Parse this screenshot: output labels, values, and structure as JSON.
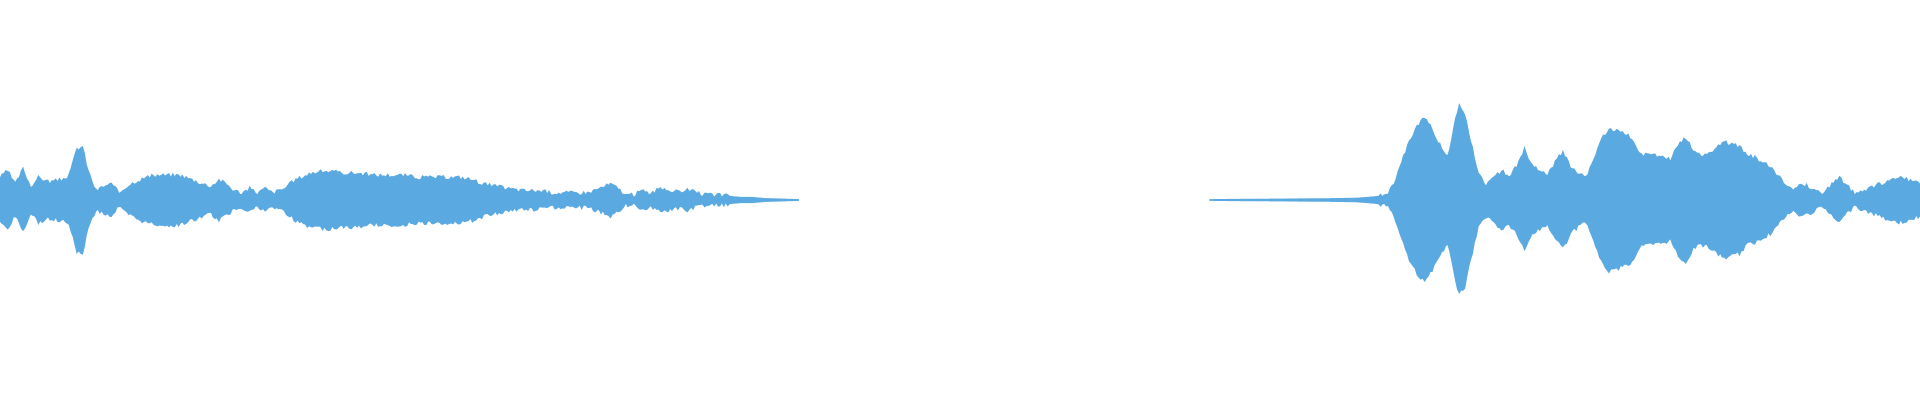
{
  "waveform": {
    "color": "#5aa9e0",
    "background": "#ffffff",
    "segments": [
      {
        "name": "segment-1",
        "points": [
          [
            0.0,
            0.2
          ],
          [
            0.004,
            0.26
          ],
          [
            0.008,
            0.14
          ],
          [
            0.012,
            0.28
          ],
          [
            0.016,
            0.12
          ],
          [
            0.02,
            0.2
          ],
          [
            0.026,
            0.16
          ],
          [
            0.032,
            0.18
          ],
          [
            0.036,
            0.22
          ],
          [
            0.04,
            0.46
          ],
          [
            0.043,
            0.48
          ],
          [
            0.046,
            0.26
          ],
          [
            0.05,
            0.08
          ],
          [
            0.054,
            0.12
          ],
          [
            0.058,
            0.14
          ],
          [
            0.062,
            0.06
          ],
          [
            0.066,
            0.12
          ],
          [
            0.07,
            0.16
          ],
          [
            0.076,
            0.2
          ],
          [
            0.082,
            0.22
          ],
          [
            0.088,
            0.22
          ],
          [
            0.094,
            0.22
          ],
          [
            0.1,
            0.18
          ],
          [
            0.106,
            0.14
          ],
          [
            0.11,
            0.12
          ],
          [
            0.114,
            0.18
          ],
          [
            0.118,
            0.14
          ],
          [
            0.122,
            0.08
          ],
          [
            0.126,
            0.06
          ],
          [
            0.13,
            0.1
          ],
          [
            0.134,
            0.06
          ],
          [
            0.138,
            0.1
          ],
          [
            0.142,
            0.06
          ],
          [
            0.148,
            0.1
          ],
          [
            0.154,
            0.18
          ],
          [
            0.162,
            0.24
          ],
          [
            0.17,
            0.26
          ],
          [
            0.178,
            0.24
          ],
          [
            0.186,
            0.24
          ],
          [
            0.194,
            0.22
          ],
          [
            0.202,
            0.22
          ],
          [
            0.21,
            0.22
          ],
          [
            0.218,
            0.2
          ],
          [
            0.226,
            0.2
          ],
          [
            0.234,
            0.2
          ],
          [
            0.24,
            0.2
          ],
          [
            0.246,
            0.18
          ],
          [
            0.252,
            0.14
          ],
          [
            0.258,
            0.12
          ],
          [
            0.264,
            0.1
          ],
          [
            0.272,
            0.08
          ],
          [
            0.28,
            0.08
          ],
          [
            0.288,
            0.06
          ],
          [
            0.294,
            0.06
          ],
          [
            0.3,
            0.06
          ],
          [
            0.306,
            0.06
          ],
          [
            0.312,
            0.1
          ],
          [
            0.318,
            0.14
          ],
          [
            0.322,
            0.1
          ],
          [
            0.326,
            0.04
          ],
          [
            0.33,
            0.04
          ],
          [
            0.334,
            0.08
          ],
          [
            0.338,
            0.06
          ],
          [
            0.342,
            0.08
          ],
          [
            0.346,
            0.1
          ],
          [
            0.35,
            0.08
          ],
          [
            0.354,
            0.06
          ],
          [
            0.358,
            0.1
          ],
          [
            0.362,
            0.06
          ],
          [
            0.368,
            0.04
          ],
          [
            0.374,
            0.04
          ],
          [
            0.38,
            0.03
          ],
          [
            0.386,
            0.02
          ],
          [
            0.392,
            0.02
          ],
          [
            0.398,
            0.01
          ],
          [
            0.416,
            0.0
          ]
        ]
      },
      {
        "name": "segment-2",
        "points": [
          [
            0.63,
            0.0
          ],
          [
            0.65,
            0.003
          ],
          [
            0.67,
            0.005
          ],
          [
            0.69,
            0.008
          ],
          [
            0.706,
            0.012
          ],
          [
            0.712,
            0.02
          ],
          [
            0.718,
            0.03
          ],
          [
            0.722,
            0.04
          ],
          [
            0.726,
            0.14
          ],
          [
            0.73,
            0.34
          ],
          [
            0.734,
            0.54
          ],
          [
            0.738,
            0.66
          ],
          [
            0.742,
            0.74
          ],
          [
            0.746,
            0.64
          ],
          [
            0.75,
            0.5
          ],
          [
            0.754,
            0.4
          ],
          [
            0.758,
            0.72
          ],
          [
            0.76,
            0.86
          ],
          [
            0.763,
            0.78
          ],
          [
            0.766,
            0.54
          ],
          [
            0.77,
            0.24
          ],
          [
            0.774,
            0.14
          ],
          [
            0.778,
            0.2
          ],
          [
            0.782,
            0.26
          ],
          [
            0.786,
            0.22
          ],
          [
            0.79,
            0.3
          ],
          [
            0.794,
            0.46
          ],
          [
            0.798,
            0.3
          ],
          [
            0.802,
            0.26
          ],
          [
            0.806,
            0.22
          ],
          [
            0.81,
            0.34
          ],
          [
            0.814,
            0.44
          ],
          [
            0.818,
            0.3
          ],
          [
            0.822,
            0.24
          ],
          [
            0.826,
            0.2
          ],
          [
            0.83,
            0.36
          ],
          [
            0.834,
            0.56
          ],
          [
            0.838,
            0.64
          ],
          [
            0.842,
            0.62
          ],
          [
            0.846,
            0.6
          ],
          [
            0.85,
            0.56
          ],
          [
            0.854,
            0.42
          ],
          [
            0.858,
            0.4
          ],
          [
            0.862,
            0.4
          ],
          [
            0.866,
            0.38
          ],
          [
            0.87,
            0.36
          ],
          [
            0.874,
            0.5
          ],
          [
            0.878,
            0.56
          ],
          [
            0.882,
            0.44
          ],
          [
            0.886,
            0.4
          ],
          [
            0.89,
            0.42
          ],
          [
            0.894,
            0.48
          ],
          [
            0.898,
            0.52
          ],
          [
            0.902,
            0.5
          ],
          [
            0.906,
            0.48
          ],
          [
            0.91,
            0.4
          ],
          [
            0.914,
            0.38
          ],
          [
            0.918,
            0.34
          ],
          [
            0.922,
            0.3
          ],
          [
            0.926,
            0.22
          ],
          [
            0.93,
            0.14
          ],
          [
            0.934,
            0.1
          ],
          [
            0.938,
            0.14
          ],
          [
            0.942,
            0.12
          ],
          [
            0.946,
            0.08
          ],
          [
            0.95,
            0.06
          ],
          [
            0.954,
            0.14
          ],
          [
            0.958,
            0.2
          ],
          [
            0.962,
            0.12
          ],
          [
            0.966,
            0.06
          ],
          [
            0.97,
            0.08
          ],
          [
            0.976,
            0.12
          ],
          [
            0.982,
            0.16
          ],
          [
            0.988,
            0.2
          ],
          [
            0.994,
            0.18
          ],
          [
            1.0,
            0.14
          ]
        ]
      }
    ]
  }
}
